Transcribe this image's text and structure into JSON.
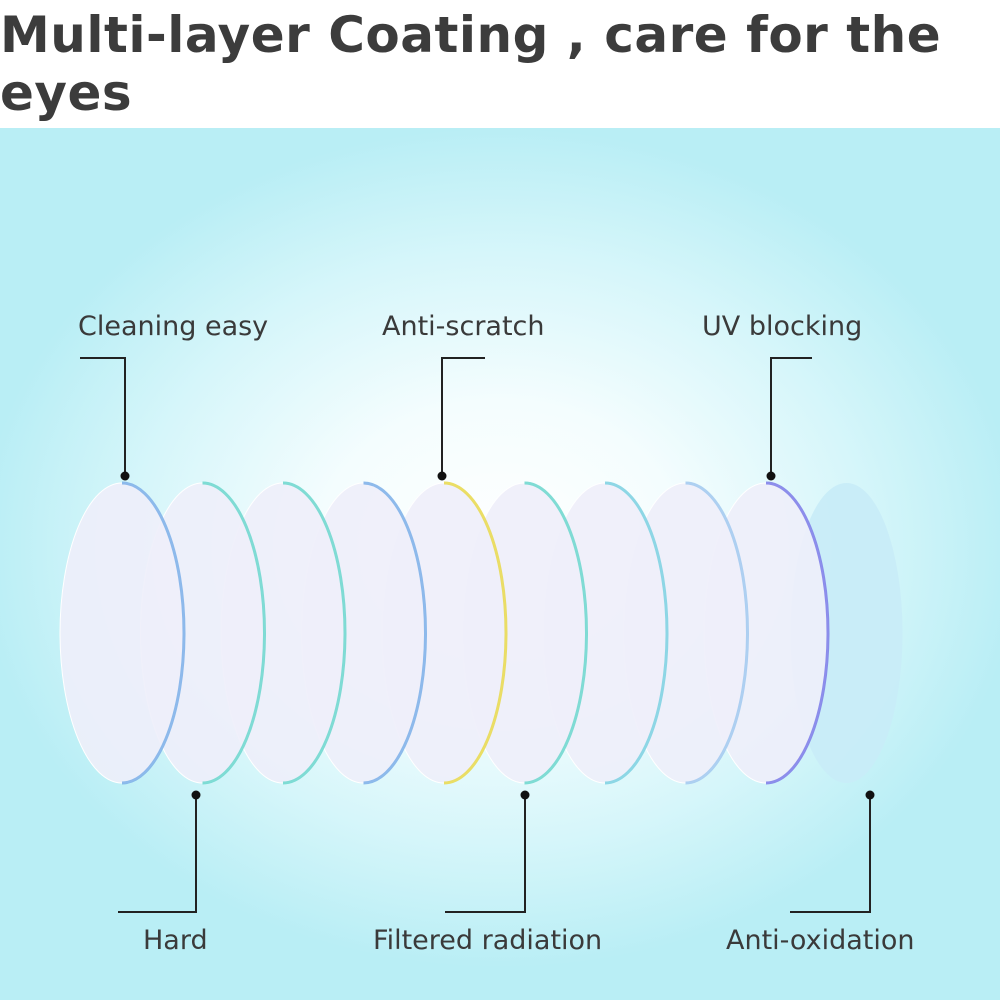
{
  "title": "Multi-layer Coating , care for the eyes",
  "labels": {
    "top": [
      "Cleaning easy",
      "Anti-scratch",
      "UV blocking"
    ],
    "bottom": [
      "Hard",
      "Filtered radiation",
      "Anti-oxidation"
    ]
  },
  "colors": {
    "title": "#3c3c3c",
    "label": "#3a3a3a",
    "background_edge": "#b9eef5",
    "lens_fill": "#eeeefa",
    "last_lens_fill": "#c8ecf8",
    "lens_edges": [
      "#7aaee8",
      "#6ad6cc",
      "#6ad6cc",
      "#7aaee8",
      "#e8d84a",
      "#6ad6cc",
      "#7ad0e0",
      "#a0c8ee",
      "#7a7ae8"
    ]
  }
}
